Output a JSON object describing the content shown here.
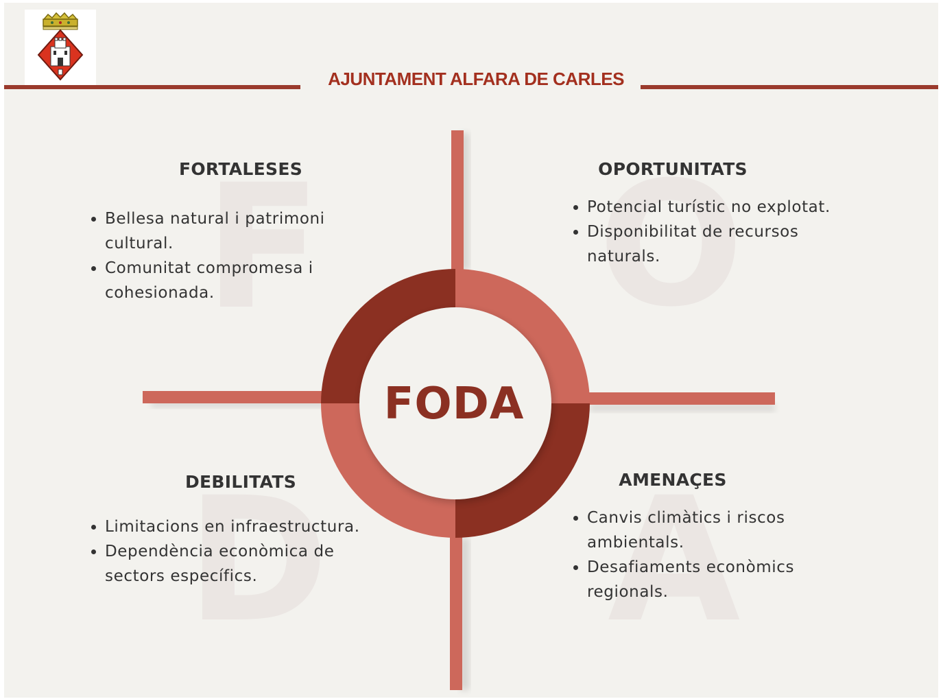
{
  "header": {
    "title": "AJUNTAMENT ALFARA DE CARLES",
    "logo_icon": "municipal-coat-of-arms-icon"
  },
  "colors": {
    "background": "#f3f2ee",
    "accent_dark": "#8b3022",
    "accent_light": "#cd685b",
    "header_rule": "#9a3a2c",
    "text": "#333333",
    "watermark": "#ebe6e3"
  },
  "center": {
    "label": "FODA"
  },
  "quadrants": {
    "strengths": {
      "title": "FORTALESES",
      "watermark": "F",
      "items": [
        "Bellesa natural i patrimoni cultural.",
        "Comunitat compromesa i cohesionada."
      ]
    },
    "opportunities": {
      "title": "OPORTUNITATS",
      "watermark": "O",
      "items": [
        "Potencial turístic no explotat.",
        "Disponibilitat de recursos naturals."
      ]
    },
    "weaknesses": {
      "title": "DEBILITATS",
      "watermark": "D",
      "items": [
        "Limitacions en infraestructura.",
        "Dependència econòmica de sectors específics."
      ]
    },
    "threats": {
      "title": "AMENAÇES",
      "watermark": "A",
      "items": [
        "Canvis climàtics i riscos ambientals.",
        "Desafiaments econòmics regionals."
      ]
    }
  }
}
